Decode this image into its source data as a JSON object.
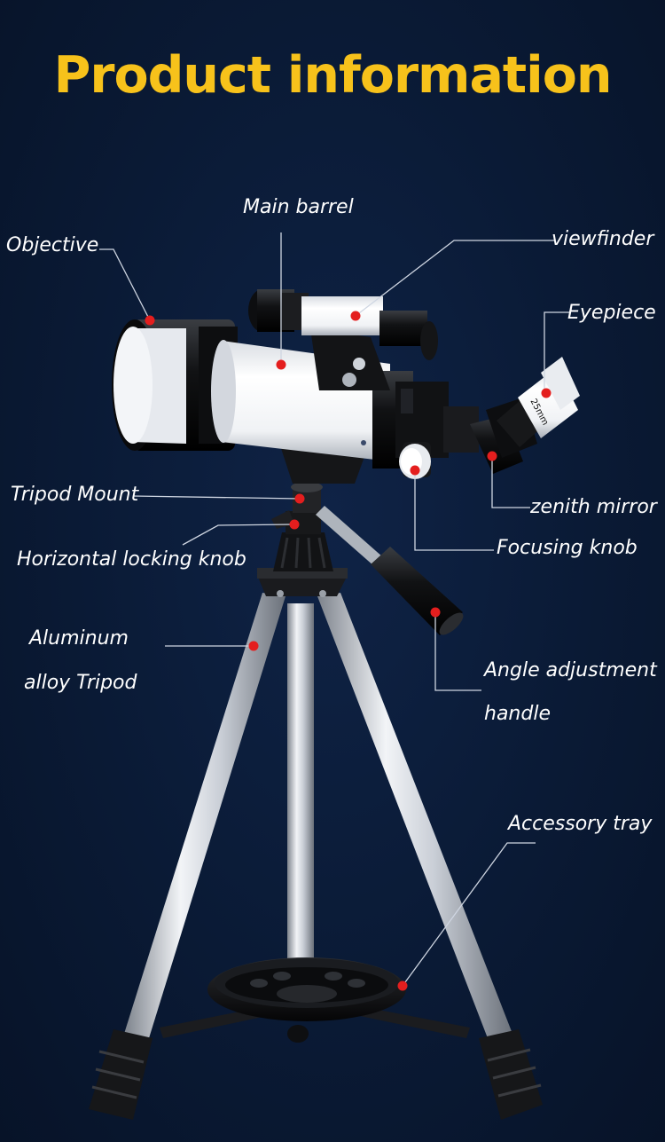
{
  "title": "Product information",
  "labels": {
    "main_barrel": "Main barrel",
    "objective": "Objective",
    "viewfinder": "viewfinder",
    "eyepiece": "Eyepiece",
    "tripod_mount": "Tripod Mount",
    "zenith_mirror": "zenith mirror",
    "focusing_knob": "Focusing knob",
    "horizontal_locking_knob": "Horizontal locking knob",
    "aluminum_line1": "Aluminum",
    "aluminum_line2": "alloy Tripod",
    "angle_line1": "Angle adjustment",
    "angle_line2": "handle",
    "accessory_tray": "Accessory tray"
  },
  "eyepiece_marking": "25mm",
  "colors": {
    "background": "#0a1a35",
    "title": "#f7c21b",
    "label_text": "#ffffff",
    "marker_dot": "#e41e1e",
    "leader_line": "#cfd6e2"
  }
}
